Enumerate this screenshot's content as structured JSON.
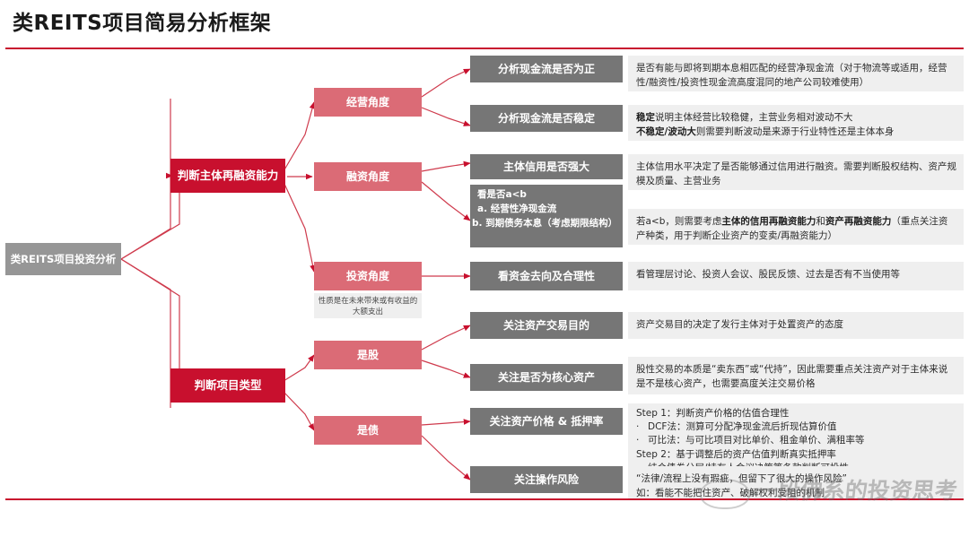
{
  "page": {
    "title": "类REITS项目简易分析框架",
    "accent_color": "#c8102e",
    "root_color": "#969696",
    "level1_color": "#c8102e",
    "level2_color": "#db6b76",
    "level3_color": "#767676",
    "desc_bg_color": "#efefef"
  },
  "root": {
    "label": "类REITS项目投资分析"
  },
  "branches": [
    {
      "key": "refinancing",
      "label": "判断主体再融资能力",
      "angles": [
        {
          "key": "operating",
          "label": "经营角度",
          "items": [
            {
              "label": "分析现金流是否为正",
              "desc_plain": "是否有能与即将到期本息相匹配的经营净现金流（对于物流等或适用，经营性/融资性/投资性现金流高度混同的地产公司较难使用）"
            },
            {
              "label": "分析现金流是否稳定",
              "desc_line1_bold": "稳定",
              "desc_line1_rest": "说明主体经营比较稳健，主营业务相对波动不大",
              "desc_line2_bold": "不稳定/波动大",
              "desc_line2_rest": "则需要判断波动是来源于行业特性还是主体本身"
            }
          ]
        },
        {
          "key": "financing",
          "label": "融资角度",
          "items": [
            {
              "label": "主体信用是否强大",
              "desc_plain": "主体信用水平决定了是否能够通过信用进行融资。需要判断股权结构、资产规模及质量、主营业务"
            },
            {
              "label_line1": "看是否a<b",
              "label_line2": "a. 经营性净现金流",
              "label_line3": "b. 到期债务本息（考虑期限结构）",
              "desc_pre": "若a<b，则需要考虑",
              "desc_bold1": "主体的信用再融资能力",
              "desc_mid": "和",
              "desc_bold2": "资产再融资能力",
              "desc_post": "（重点关注资产种类，用于判断企业资产的变卖/再融资能力）"
            }
          ]
        },
        {
          "key": "investing",
          "label": "投资角度",
          "note": "性质是在未来带来或有收益的大额支出",
          "items": [
            {
              "label": "看资金去向及合理性",
              "desc_plain": "看管理层讨论、投资人会议、股民反馈、过去是否有不当使用等"
            }
          ]
        }
      ]
    },
    {
      "key": "project-type",
      "label": "判断项目类型",
      "angles": [
        {
          "key": "equity",
          "label": "是股",
          "items": [
            {
              "label": "关注资产交易目的",
              "desc_plain": "资产交易目的决定了发行主体对于处置资产的态度"
            },
            {
              "label": "关注是否为核心资产",
              "desc_plain": "股性交易的本质是“卖东西”或“代持”，因此需要重点关注资产对于主体来说是不是核心资产，也需要高度关注交易价格"
            }
          ]
        },
        {
          "key": "debt",
          "label": "是债",
          "items": [
            {
              "label": "关注资产价格 & 抵押率",
              "desc_step1": "Step 1：判断资产价格的估值合理性",
              "desc_b1": "DCF法：测算可分配净现金流后折现估算价值",
              "desc_b2": "可比法：与可比项目对比单价、租金单价、满租率等",
              "desc_step2": "Step 2：基于调整后的资产估值判断真实抵押率",
              "desc_b3": "结合债券分层/持有人会议决策等条款判断可投性"
            },
            {
              "label": "关注操作风险",
              "desc_line1": "“法律/流程上没有瑕疵，但留下了很大的操作风险”",
              "desc_line2": "如：看能不能把住资产、破解权利受阻的机制"
            }
          ]
        }
      ]
    }
  ],
  "watermark": {
    "text": "一段佛系的投资思考"
  }
}
